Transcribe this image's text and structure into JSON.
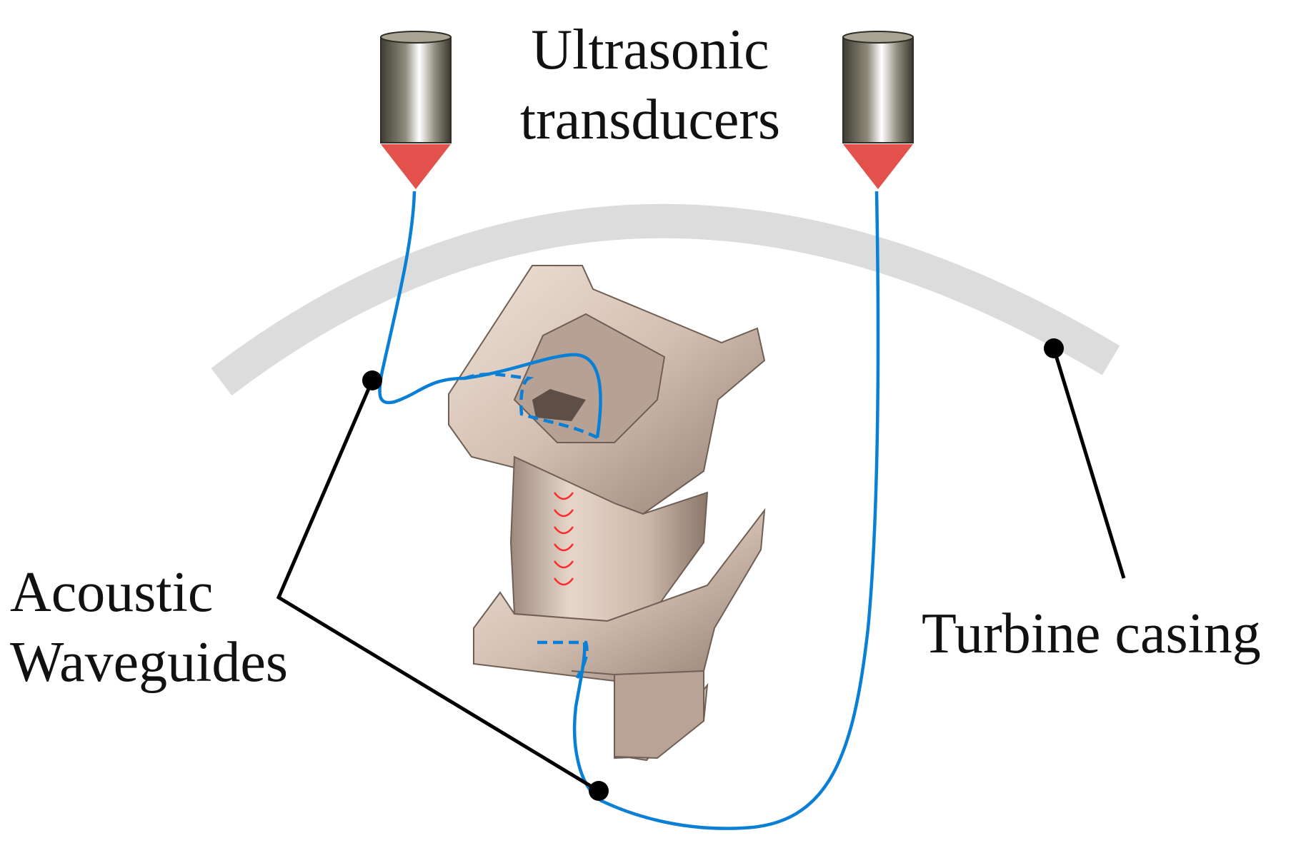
{
  "labels": {
    "transducers": "Ultrasonic\ntransducers",
    "waveguides": "Acoustic\nWaveguides",
    "casing": "Turbine casing"
  },
  "colors": {
    "waveguide": "#0a7fd6",
    "transducer_body": "#7d7a6a",
    "transducer_tip": "#e2514b",
    "casing": "#dcdcdc",
    "leader": "#000000",
    "blade": "#d8c6b9",
    "crack_marks": "#ff2a2a"
  },
  "icons": {
    "transducer": "cylinder-transducer-icon",
    "blade": "turbine-blade-icon"
  }
}
